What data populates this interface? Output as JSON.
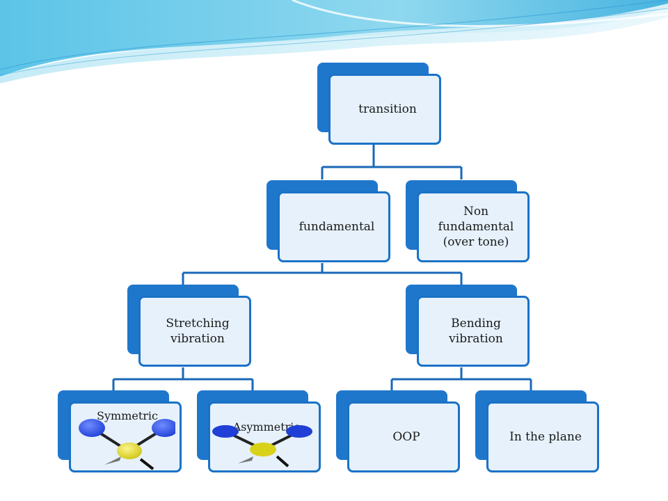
{
  "diagram": {
    "root": {
      "label": "transition"
    },
    "level1": [
      {
        "label": "fundamental"
      },
      {
        "label": "Non fundamental (over tone)"
      }
    ],
    "level2": [
      {
        "label": "Stretching vibration"
      },
      {
        "label": "Bending vibration"
      }
    ],
    "level3": [
      {
        "label": "Symmetric"
      },
      {
        "label": "Asymmetric"
      },
      {
        "label": "OOP"
      },
      {
        "label": "In the plane"
      }
    ]
  },
  "colors": {
    "box_back": "#1f77cc",
    "box_border": "#1a72c6",
    "box_fill": "#e6f1fb",
    "connector": "#1a68b8",
    "atom_blue": "#1f3fd6",
    "atom_yellow": "#d9d21a"
  }
}
